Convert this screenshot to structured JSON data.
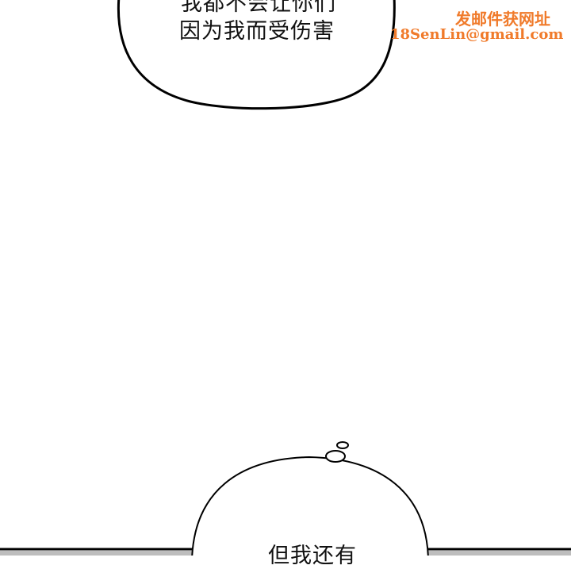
{
  "top_bubble": {
    "lines": [
      "我都不会让你们",
      "因为我而受伤害"
    ]
  },
  "bottom_bubble": {
    "lines": [
      "但我还有"
    ]
  },
  "watermark": {
    "line1": "发邮件获网址",
    "line2": "18SenLin@gmail.com",
    "color": "#f07a2a"
  }
}
